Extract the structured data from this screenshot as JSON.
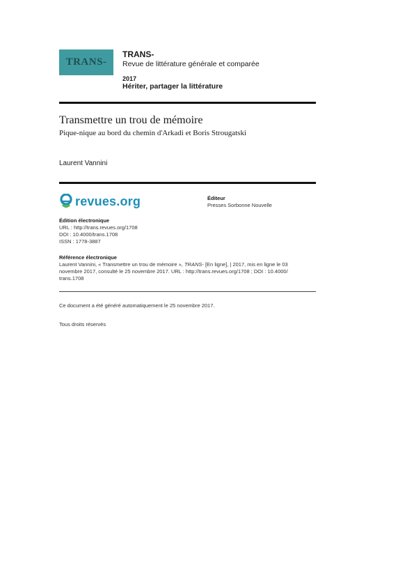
{
  "header": {
    "logo_text": "TRANS-",
    "journal_title": "TRANS-",
    "journal_subtitle": "Revue de littérature générale et comparée",
    "issue_year": "2017",
    "issue_title": "Hériter, partager la littérature"
  },
  "article": {
    "title": "Transmettre un trou de mémoire",
    "subtitle": "Pique-nique au bord du chemin d'Arkadi et Boris Strougatski",
    "author": "Laurent Vannini"
  },
  "publisher_block": {
    "revues_logo_text": "revues.org",
    "editor_label": "Éditeur",
    "editor_value": "Presses Sorbonne Nouvelle"
  },
  "electronic_edition": {
    "label": "Édition électronique",
    "url": "URL : http://trans.revues.org/1708",
    "doi": "DOI : 10.4000/trans.1708",
    "issn": "ISSN : 1778-3887"
  },
  "reference": {
    "label": "Référence électronique",
    "line1_a": "Laurent Vannini, « Transmettre un trou de mémoire », ",
    "line1_journal": "TRANS-",
    "line1_b": " [En ligne], | 2017, mis en ligne le 03",
    "line2": "novembre 2017, consulté le 25 novembre 2017. URL : http://trans.revues.org/1708 ; DOI : 10.4000/",
    "line3": "trans.1708"
  },
  "footer": {
    "generated": "Ce document a été généré automatiquement le 25 novembre 2017.",
    "rights": "Tous droits réservés"
  }
}
